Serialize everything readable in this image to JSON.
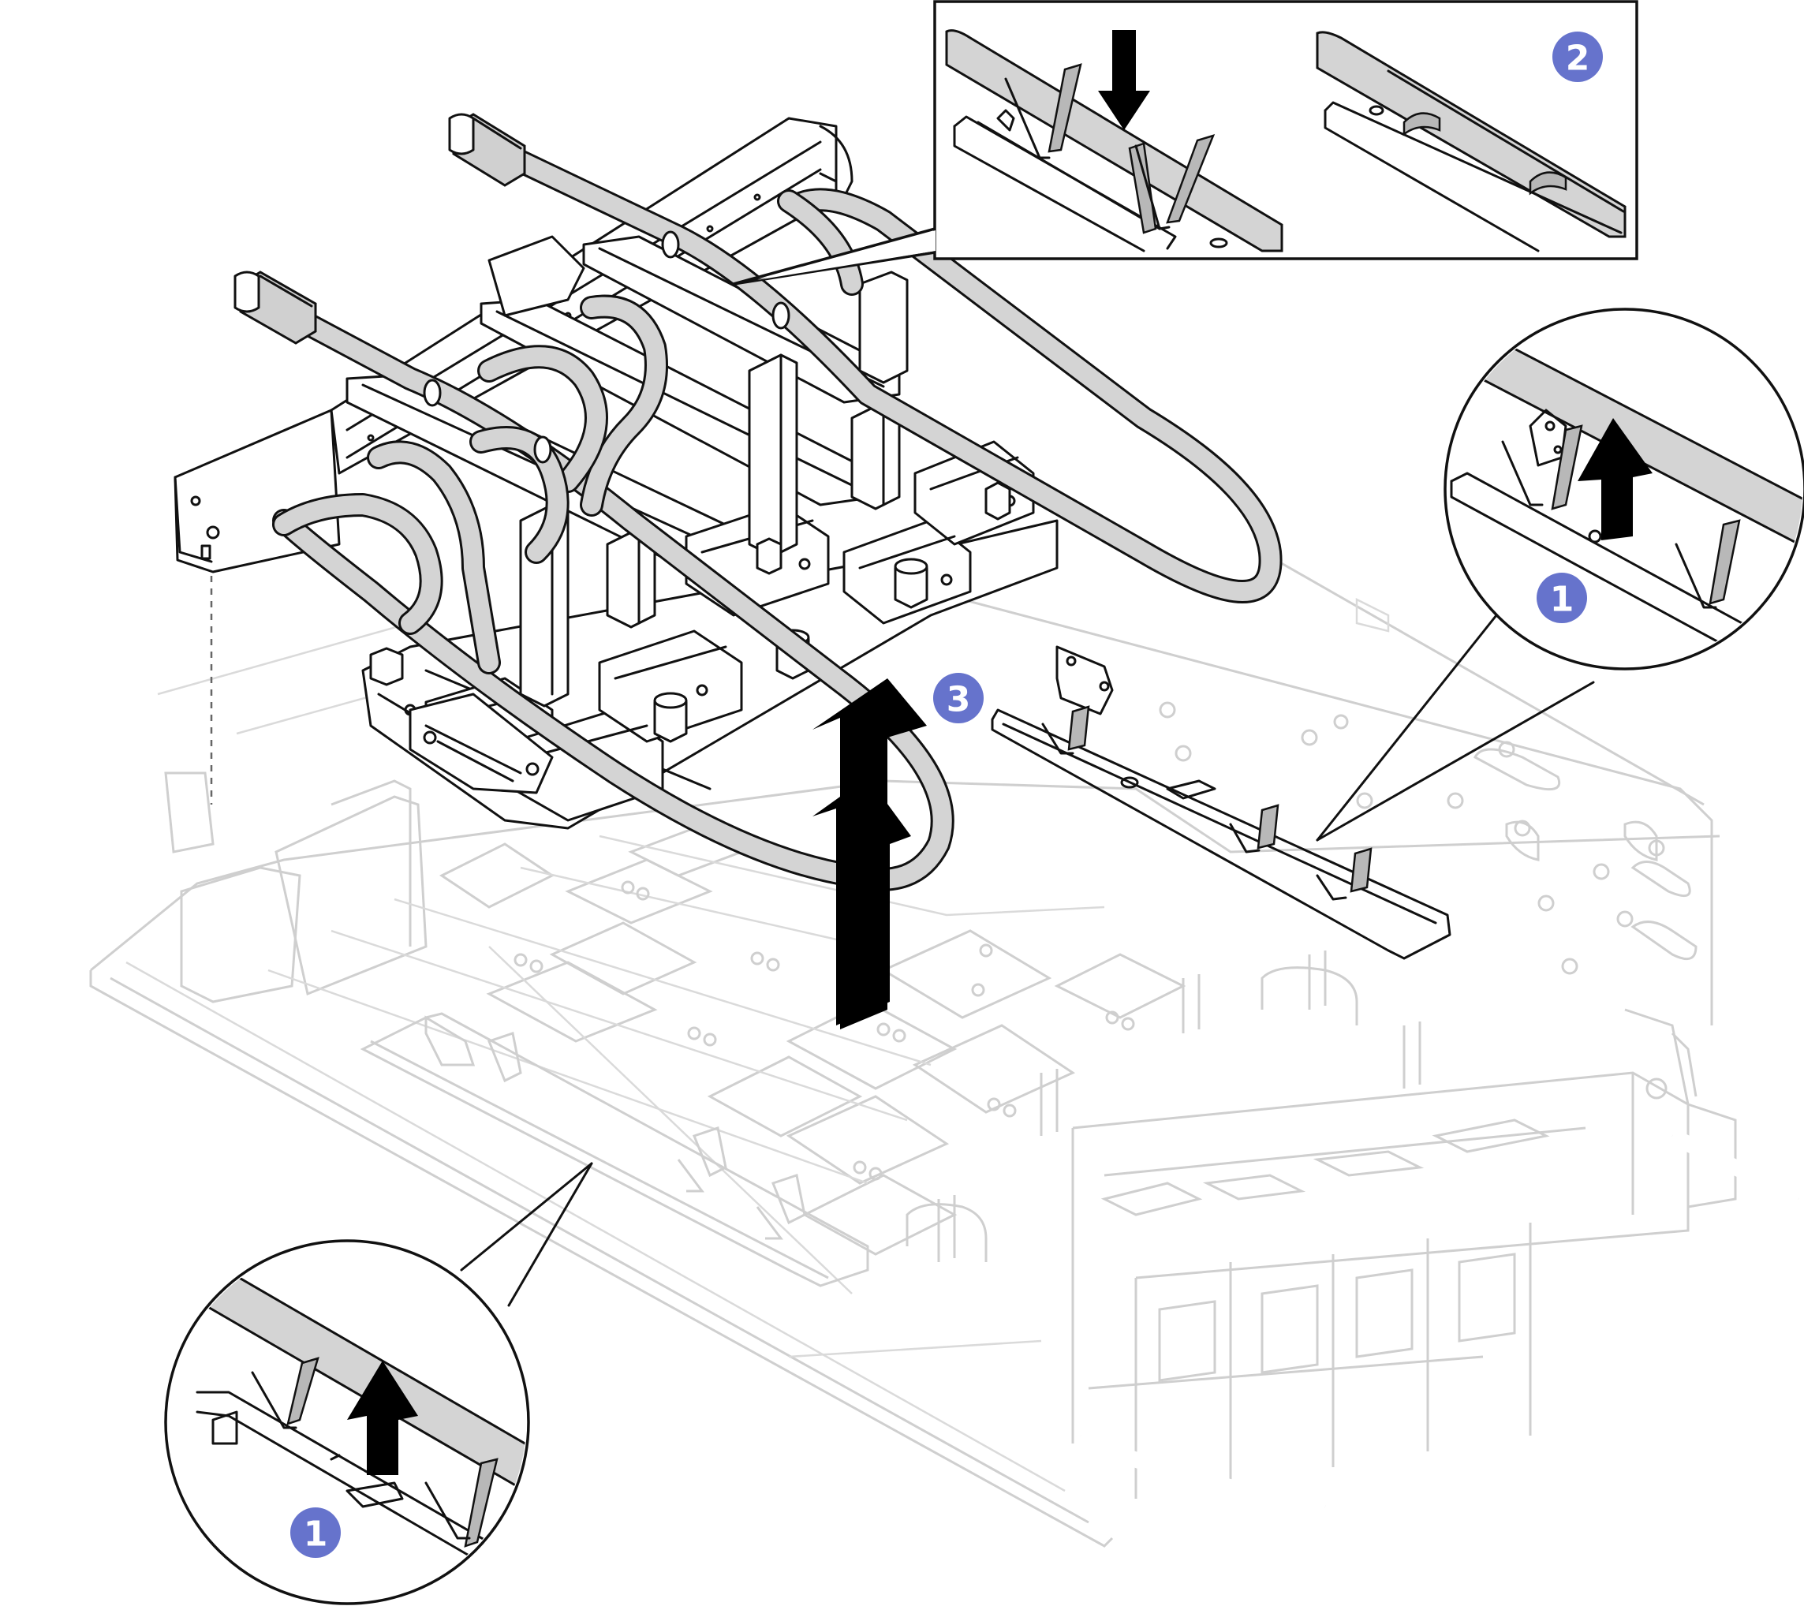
{
  "diagram": {
    "callouts": [
      {
        "id": "step-1-right",
        "label": "1"
      },
      {
        "id": "step-1-bottom",
        "label": "1"
      },
      {
        "id": "step-2",
        "label": "2"
      },
      {
        "id": "step-3",
        "label": "3"
      }
    ],
    "colors": {
      "badge": "#6673cc",
      "line": "#111111",
      "faded": "#cfcfcf",
      "tube": "#d4d4d4",
      "arrow": "#000000"
    }
  }
}
